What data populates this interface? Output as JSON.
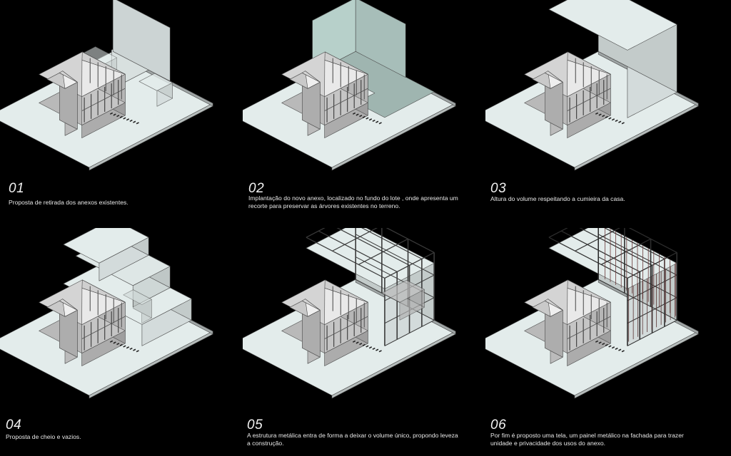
{
  "steps": [
    {
      "number": "01",
      "caption": "Proposta de retirada dos anexos existentes."
    },
    {
      "number": "02",
      "caption": "Implantação do novo anexo, localizado no fundo do lote , onde apresenta um recorte para preservar as árvores existentes no terreno."
    },
    {
      "number": "03",
      "caption": "Altura do volume respeitando a cumieira da casa."
    },
    {
      "number": "04",
      "caption": "Proposta de cheio e vazios."
    },
    {
      "number": "05",
      "caption": "A estrutura metálica entra de forma a deixar o volume único, propondo leveza a construção."
    },
    {
      "number": "06",
      "caption": "Por fim é proposto uma tela, um painel metálico na fachada para trazer unidade e privacidade dos usos do anexo."
    }
  ],
  "colors": {
    "background": "#000000",
    "massing": "#e3eceb",
    "highlight": "#9fb5b0",
    "line": "#4a4a4a"
  }
}
